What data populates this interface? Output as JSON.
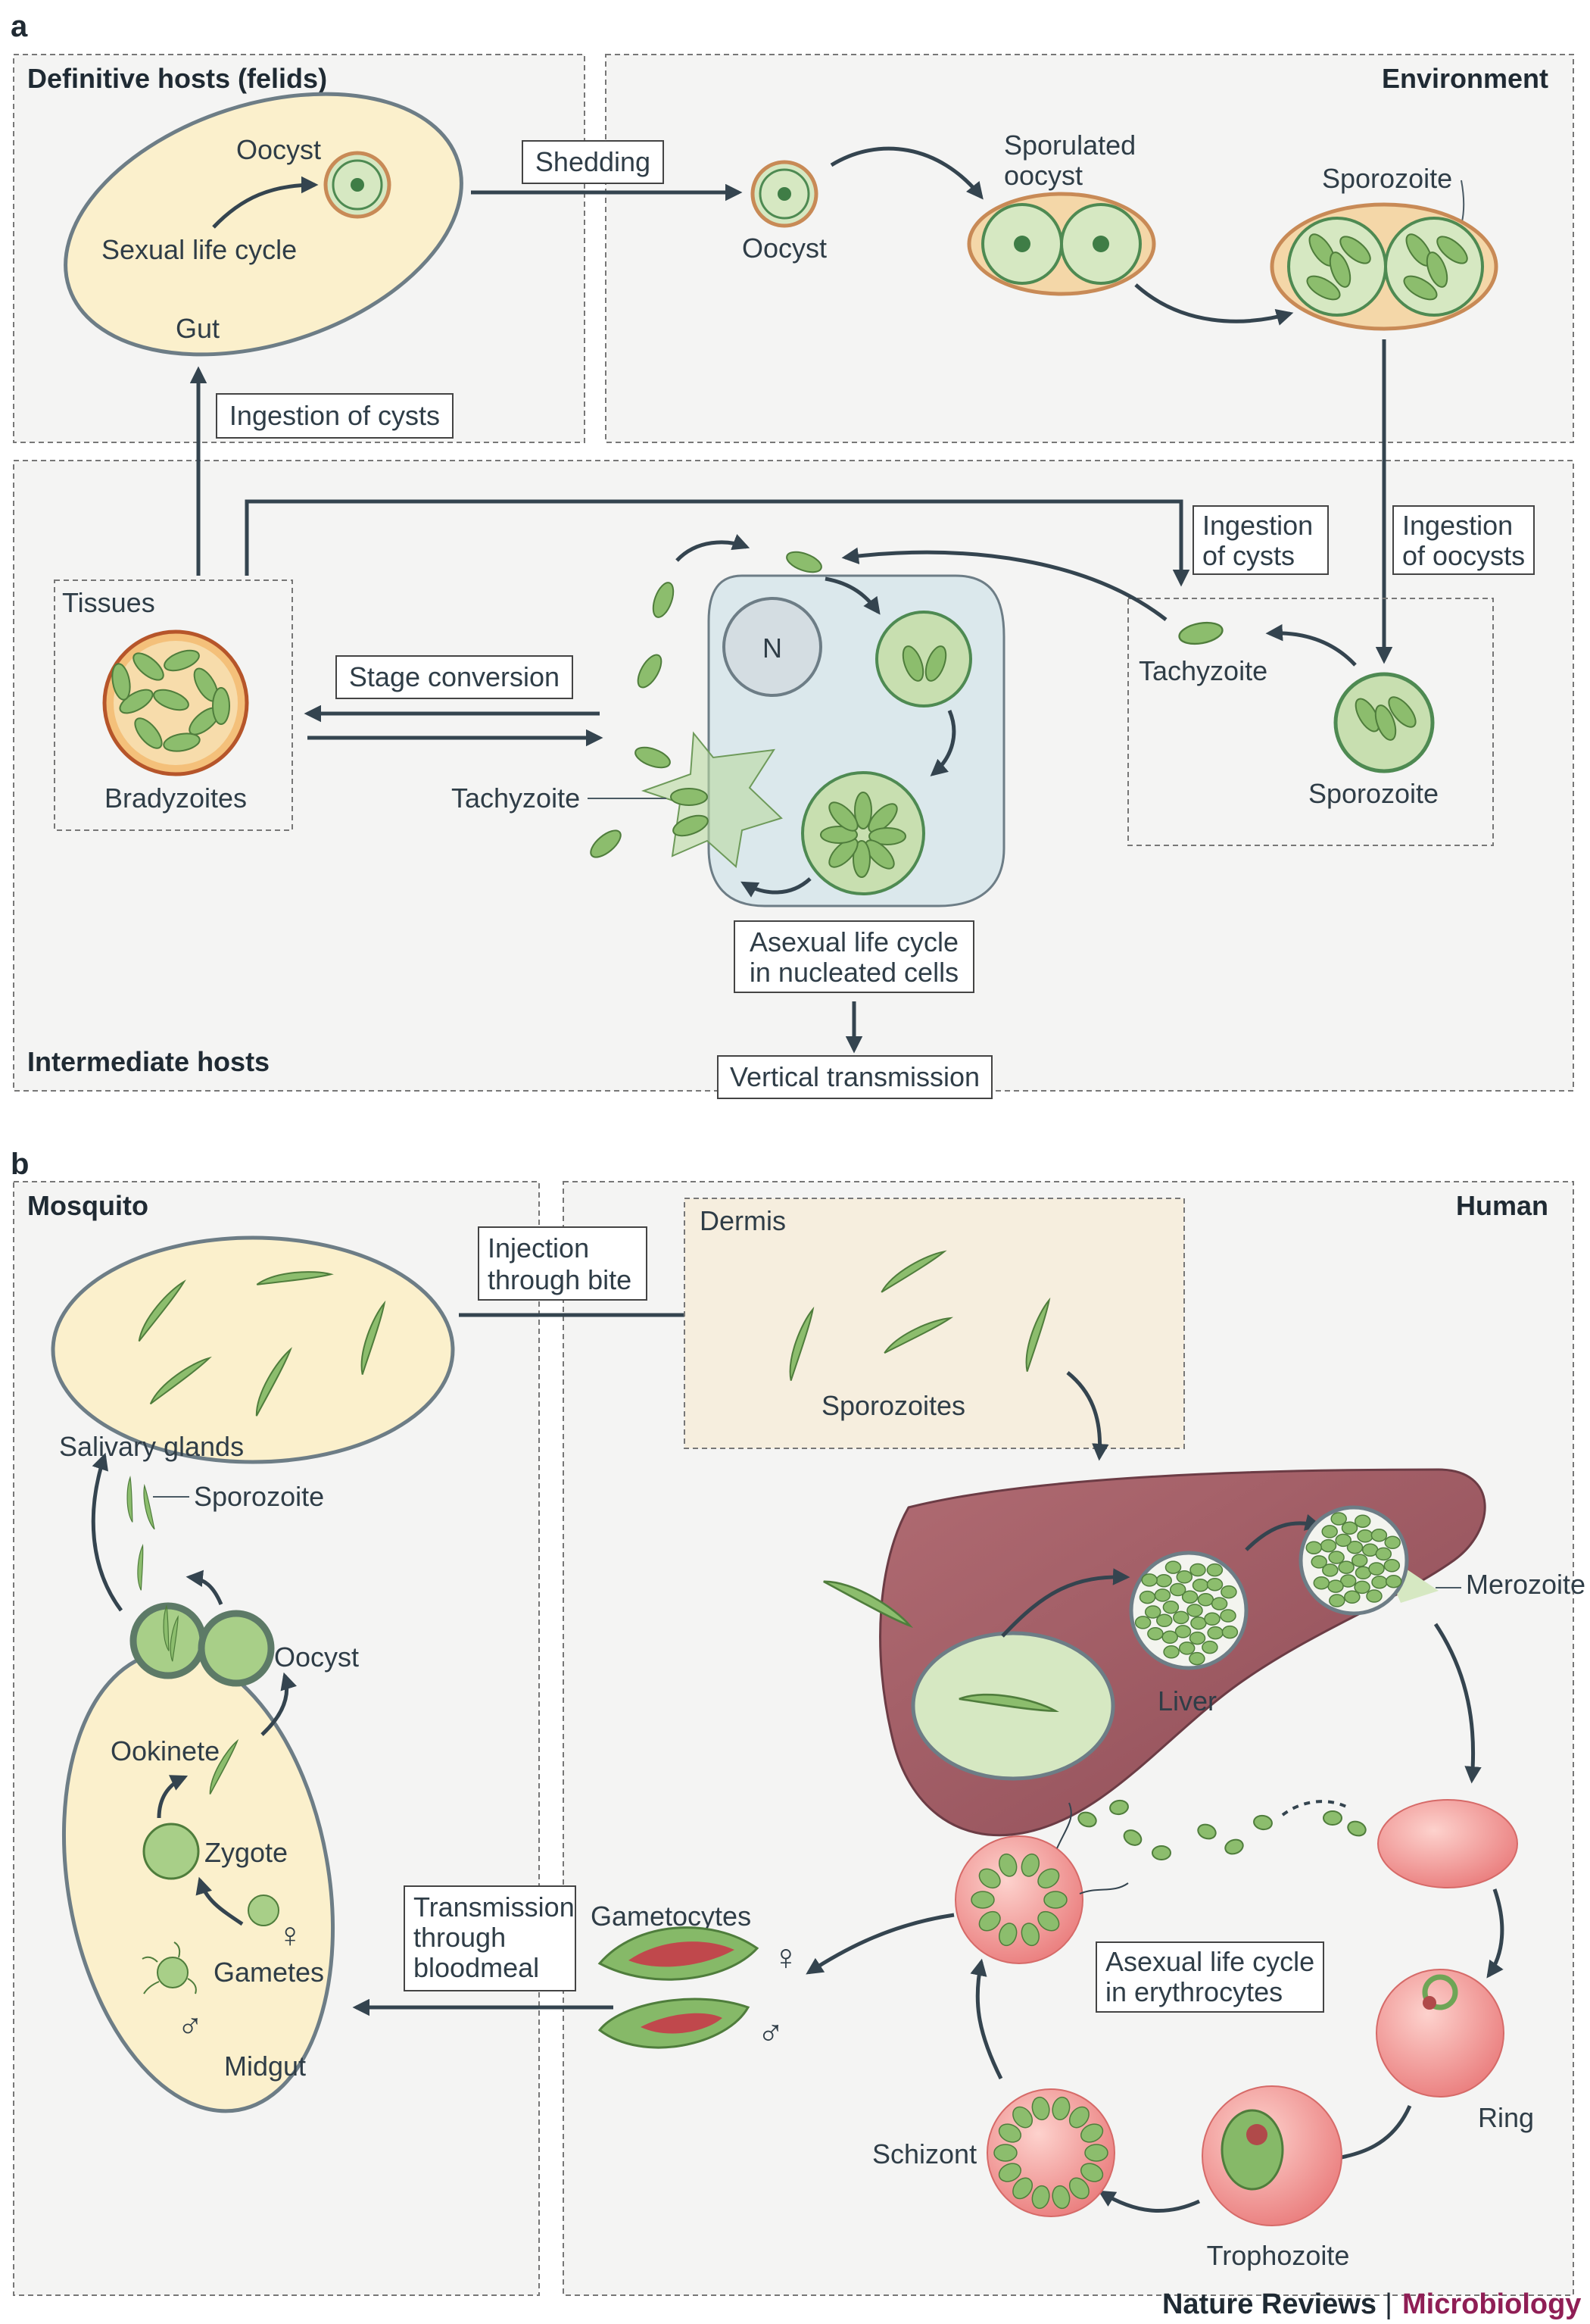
{
  "panel_a": {
    "letter": "a",
    "definitive_hosts": "Definitive hosts (felids)",
    "environment": "Environment",
    "intermediate_hosts": "Intermediate hosts",
    "oocyst_gut": "Oocyst",
    "sexual_life_cycle": "Sexual life cycle",
    "gut": "Gut",
    "shedding": "Shedding",
    "oocyst_env": "Oocyst",
    "sporulated_oocyst_1": "Sporulated",
    "sporulated_oocyst_2": "oocyst",
    "sporozoite_env": "Sporozoite",
    "ingestion_of_cysts_top": "Ingestion of cysts",
    "ingestion_of_cysts_1": "Ingestion",
    "ingestion_of_cysts_2": "of cysts",
    "ingestion_of_oocysts_1": "Ingestion",
    "ingestion_of_oocysts_2": "of oocysts",
    "tissues": "Tissues",
    "bradyzoites": "Bradyzoites",
    "stage_conversion": "Stage conversion",
    "nucleus": "N",
    "tachyzoite_left": "Tachyzoite",
    "tachyzoite_right": "Tachyzoite",
    "sporozoite_right": "Sporozoite",
    "asexual_1": "Asexual life cycle",
    "asexual_2": "in nucleated cells",
    "vertical_transmission": "Vertical transmission"
  },
  "panel_b": {
    "letter": "b",
    "mosquito": "Mosquito",
    "human": "Human",
    "injection_1": "Injection",
    "injection_2": "through bite",
    "dermis": "Dermis",
    "sporozoites": "Sporozoites",
    "salivary_glands": "Salivary glands",
    "sporozoite": "Sporozoite",
    "oocyst": "Oocyst",
    "ookinete": "Ookinete",
    "zygote": "Zygote",
    "gametes": "Gametes",
    "midgut": "Midgut",
    "female_symbol": "♀",
    "male_symbol": "♂",
    "transmission_1": "Transmission",
    "transmission_2": "through",
    "transmission_3": "bloodmeal",
    "gametocytes": "Gametocytes",
    "liver": "Liver",
    "merozoite": "Merozoite",
    "asexual_ery_1": "Asexual life cycle",
    "asexual_ery_2": "in erythrocytes",
    "ring": "Ring",
    "schizont": "Schizont",
    "trophozoite": "Trophozoite"
  },
  "footer": {
    "journal": "Nature Reviews",
    "separator": "|",
    "section": "Microbiology"
  },
  "colors": {
    "panel_bg": "#f4f4f3",
    "gut_yellow": "#fbf0cc",
    "parasite_green": "#86b968",
    "cell_blue": "#dbe8ec",
    "liver_red": "#9e5862",
    "rbc_pink": "#f39a98",
    "dermis_tan": "#f6eede",
    "arrow": "#34444f",
    "brand": "#8f1e55"
  }
}
